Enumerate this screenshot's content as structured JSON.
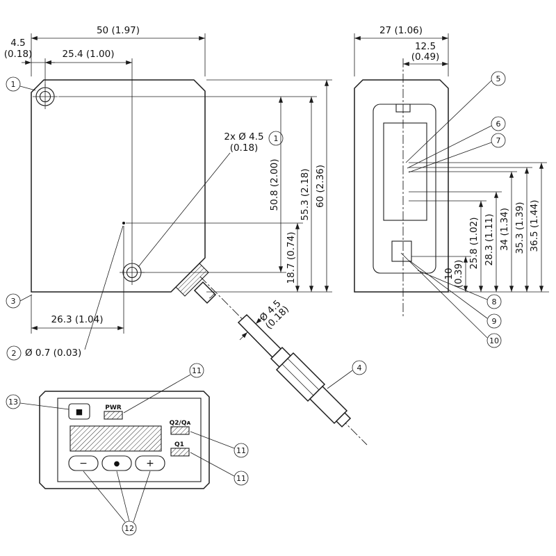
{
  "front": {
    "width": "50 (1.97)",
    "offset_mm": "4.5",
    "offset_in": "(0.18)",
    "hole_x": "25.4 (1.00)",
    "holes_line1": "2x Ø 4.5",
    "holes_line2": "(0.18)",
    "hole_y": "50.8 (2.00)",
    "ref_y": "18.7 (0.74)",
    "hole_to_bottom": "55.3 (2.18)",
    "height": "60 (2.36)",
    "ref_x": "26.3 (1.04)",
    "ref_dia": "Ø 0.7 (0.03)"
  },
  "side": {
    "depth": "27 (1.06)",
    "center_mm": "12.5",
    "center_in": "(0.49)",
    "h1_mm": "10",
    "h1_in": "(0.39)",
    "h2": "25.8 (1.02)",
    "h3": "28.3 (1.11)",
    "h4": "34 (1.34)",
    "h5": "35.3 (1.39)",
    "h6": "36.5 (1.44)"
  },
  "cable": {
    "dia_mm": "Ø 4.5",
    "dia_in": "(0.18)"
  },
  "panel": {
    "pwr": "PWR",
    "q2": "Q2/Qᴀ",
    "q1": "Q1",
    "stop": "■",
    "minus": "−",
    "set": "●",
    "plus": "+"
  },
  "callouts": {
    "c1": "1",
    "c2": "2",
    "c3": "3",
    "c4": "4",
    "c5": "5",
    "c6": "6",
    "c7": "7",
    "c8": "8",
    "c9": "9",
    "c10": "10",
    "c11": "11",
    "c12": "12",
    "c13": "13"
  }
}
